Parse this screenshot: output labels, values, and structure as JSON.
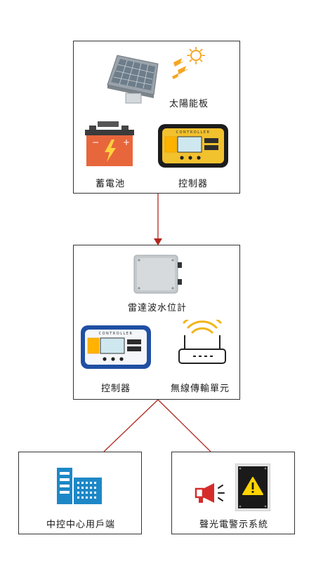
{
  "power_box": {
    "solar_label": "太陽能板",
    "battery_label": "蓄電池",
    "controller_label": "控制器",
    "controller_text": "CONTROLLER"
  },
  "sensor_box": {
    "radar_label": "雷達波水位計",
    "controller_label": "控制器",
    "controller_text": "CONTROLLER",
    "transmit_label": "無線傳輸單元"
  },
  "outputs": {
    "center_label": "中控中心用戶端",
    "alarm_label": "聲光電警示系統"
  },
  "colors": {
    "connector": "#b3261e",
    "battery": "#e8663c",
    "controller_yellow": "#f2c12e",
    "controller_blue": "#1f4fa3",
    "building_blue": "#1e88c7",
    "wifi": "#f1b51c",
    "sun": "#f5a623"
  }
}
